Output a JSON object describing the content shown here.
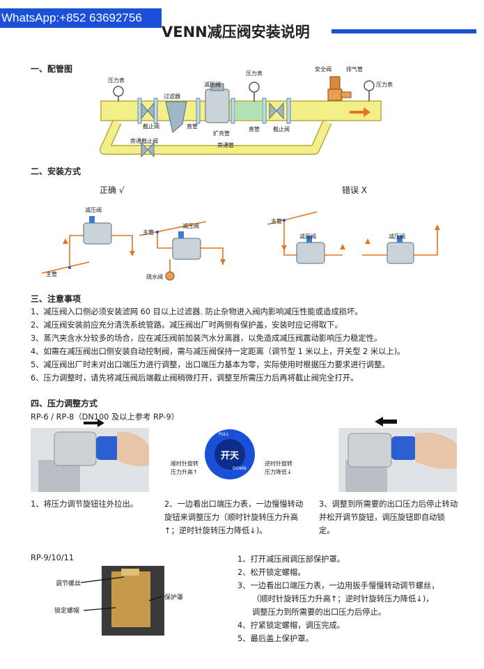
{
  "watermark": "WhatsApp:+852 63692756",
  "title": "VENN减压阀安装说明",
  "s1": {
    "heading": "一、配管图",
    "labels": {
      "gauge1": "压力表",
      "filter": "过滤器",
      "prv": "减压阀",
      "gauge2": "压力表",
      "safety_valve": "安全阀",
      "exhaust": "排气管",
      "gauge3": "压力表",
      "stop1": "截止阀",
      "straight1": "直管",
      "expand": "扩充管",
      "straight2": "直管",
      "stop2": "截止阀",
      "bypass_stop": "旁通截止阀",
      "bypass_pipe": "旁通管"
    }
  },
  "s2": {
    "heading": "二、安装方式",
    "correct": "正确 √",
    "wrong": "错误 X",
    "labels": {
      "prv_a": "减压阀",
      "main_a": "主管",
      "main_b": "主管",
      "prv_b": "减压阀",
      "drain": "疏水阀",
      "main_c": "主管",
      "prv_c": "减压阀",
      "prv_d": "减压阀"
    }
  },
  "s3": {
    "heading": "三、注意事项",
    "items": [
      "1、减压阀入口侧必须安装滤网 60 目以上过滤器. 防止杂物进入阀内影响减压性能或造成损坏。",
      "2、减压阀安装前应充分清洗系统管路。减压阀出厂时两侧有保护盖，安装时应记得取下。",
      "3、蒸汽夹含水分较多的场合，应在减压阀前加装汽水分离器，以免造成减压阀震动影响压力稳定性。",
      "4、如需在减压阀出口侧安装自动控制阀，需与减压阀保持一定距离（调节型 1 米以上，开关型 2 米以上)。",
      "5、减压阀出厂时未对出口端压力进行调整，出口端压力基本为零，实际使用时根据压力要求进行调整。",
      "6、压力调整时，请先将减压阀后端截止阀稍微打开，调整至所需压力后再将截止阀完全打开。"
    ]
  },
  "s4": {
    "heading": "四、压力调整方式",
    "model_a": "RP-6 / RP-8（DN100 及以上参考 RP-9）",
    "knob": {
      "pull": "PULL",
      "center": "开天",
      "down": "DOWN",
      "cw1": "顺时针旋转",
      "cw2": "压力升高↑",
      "ccw1": "逆时针旋转",
      "ccw2": "压力降低↓"
    },
    "step1": "1、将压力调节旋钮往外拉出。",
    "step2": "2、一边看出口端压力表，一边慢慢转动旋钮来调整压力（顺时针旋转压力升高↑；逆时针旋转压力降低↓)。",
    "step3": "3、调整到所需要的出口压力后停止转动并松开调节旋钮，调压旋钮即自动锁定。",
    "model_b": "RP-9/10/11",
    "labels_b": {
      "screw": "调节螺丝",
      "cap": "保护罩",
      "lock_nut": "锁定螺帽"
    },
    "steps_b": [
      "1、打开减压阀调压部保护罩。",
      "2、松开锁定螺帽。",
      "3、一边看出口端压力表，一边用扳手慢慢转动调节螺丝，",
      "（顺时针旋转压力升高↑；逆时针旋转压力降低↓)，",
      "调整压力到所需要的出口压力后停止。",
      "4、拧紧锁定螺帽，调压完成。",
      "5、最后盖上保护罩。"
    ]
  },
  "colors": {
    "pipe": "#f3f08a",
    "pipe_stroke": "#b8a83c",
    "accent": "#1a4fd8",
    "arrow": "#e8721e"
  }
}
